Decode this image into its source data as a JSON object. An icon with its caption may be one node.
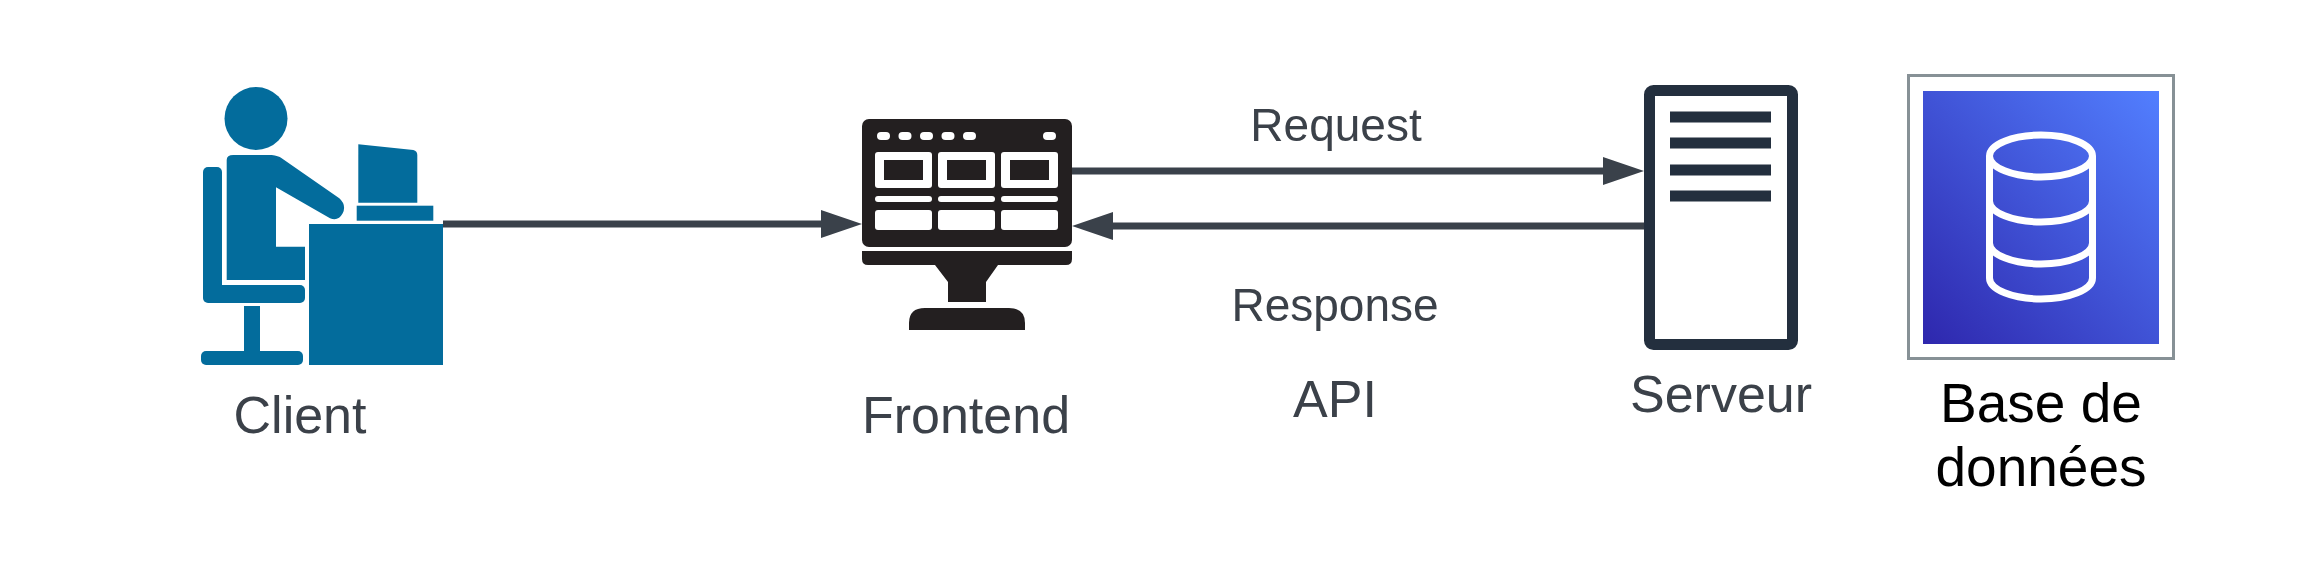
{
  "diagram": {
    "nodes": [
      {
        "text": [
          "Client"
        ]
      },
      {
        "text": [
          "Frontend"
        ]
      },
      {
        "text": [
          "Serveur"
        ]
      },
      {
        "text": [
          "Base de données"
        ]
      }
    ],
    "edges": [
      {
        "from": 0,
        "to": 1,
        "arrow": "to"
      },
      {
        "from": 1,
        "to": 2,
        "arrow": "to",
        "label": "Request"
      },
      {
        "from": 2,
        "to": 1,
        "arrow": "to",
        "label": "Response"
      }
    ],
    "labels": [
      "API"
    ]
  }
}
